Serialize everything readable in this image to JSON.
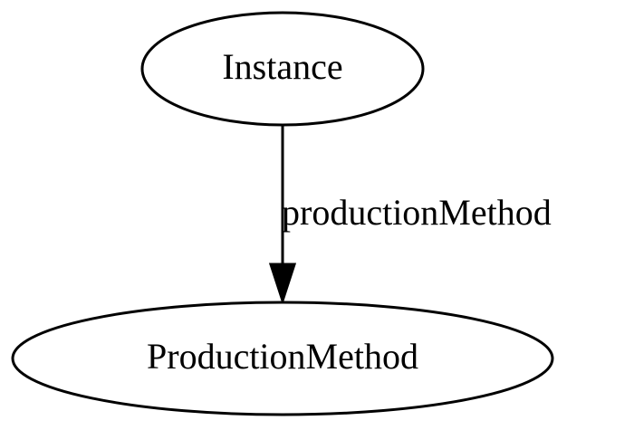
{
  "nodes": {
    "instance": {
      "label": "Instance"
    },
    "production_method": {
      "label": "ProductionMethod"
    }
  },
  "edges": [
    {
      "from": "instance",
      "to": "production_method",
      "label": "productionMethod"
    }
  ]
}
